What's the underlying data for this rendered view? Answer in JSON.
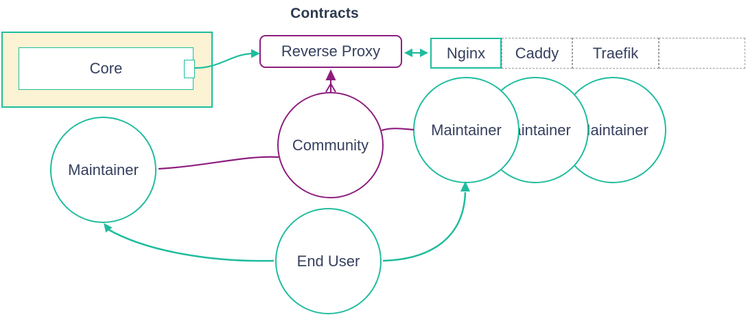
{
  "title": "Contracts",
  "colors": {
    "teal_accent": "#1FBC9E",
    "magenta_accent": "#8C1D7F",
    "text": "#36405E",
    "container_fill": "#FBF3D3",
    "dashed_border": "#9B9B9B"
  },
  "nodes": {
    "core": {
      "label": "Core"
    },
    "reverse_proxy": {
      "label": "Reverse Proxy"
    },
    "community": {
      "label": "Community"
    },
    "maintainer_left": {
      "label": "Maintainer"
    },
    "maintainer_a": {
      "label": "Maintainer"
    },
    "maintainer_b": {
      "label": "Maintainer"
    },
    "maintainer_c": {
      "label": "Maintainer"
    },
    "end_user": {
      "label": "End User"
    }
  },
  "proxy_cells": [
    {
      "label": "Nginx"
    },
    {
      "label": "Caddy"
    },
    {
      "label": "Traefik"
    },
    {
      "label": ""
    }
  ]
}
